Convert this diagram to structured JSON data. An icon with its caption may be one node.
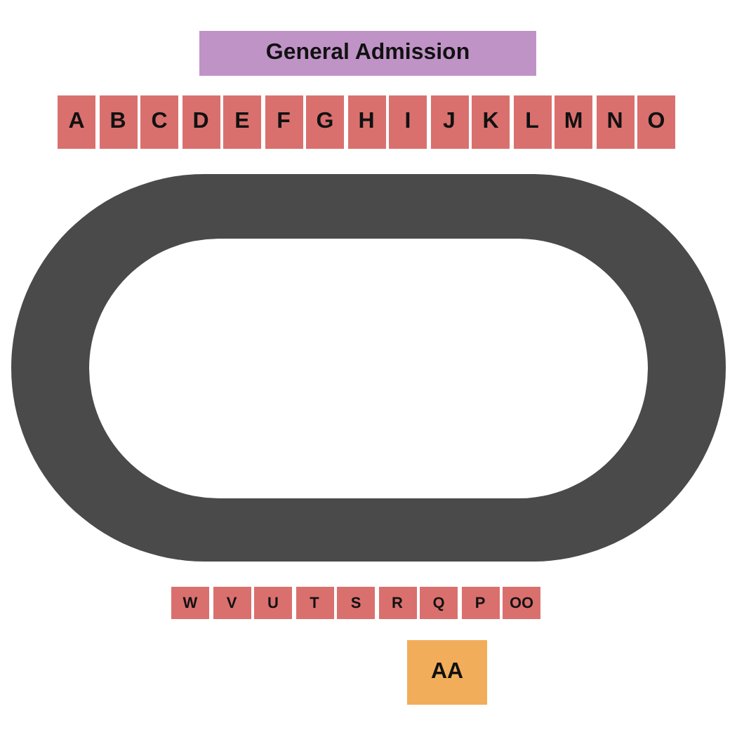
{
  "diagram": {
    "nodes": [
      {
        "text": [
          "General Admission"
        ]
      },
      {
        "text": [
          "A"
        ]
      },
      {
        "text": [
          "B"
        ]
      },
      {
        "text": [
          "C"
        ]
      },
      {
        "text": [
          "D"
        ]
      },
      {
        "text": [
          "E"
        ]
      },
      {
        "text": [
          "F"
        ]
      },
      {
        "text": [
          "G"
        ]
      },
      {
        "text": [
          "H"
        ]
      },
      {
        "text": [
          "I"
        ]
      },
      {
        "text": [
          "J"
        ]
      },
      {
        "text": [
          "K"
        ]
      },
      {
        "text": [
          "L"
        ]
      },
      {
        "text": [
          "M"
        ]
      },
      {
        "text": [
          "N"
        ]
      },
      {
        "text": [
          "O"
        ]
      },
      {
        "text": [
          "W"
        ]
      },
      {
        "text": [
          "V"
        ]
      },
      {
        "text": [
          "U"
        ]
      },
      {
        "text": [
          "T"
        ]
      },
      {
        "text": [
          "S"
        ]
      },
      {
        "text": [
          "R"
        ]
      },
      {
        "text": [
          "Q"
        ]
      },
      {
        "text": [
          "P"
        ]
      },
      {
        "text": [
          "OO"
        ]
      },
      {
        "text": [
          "AA"
        ]
      }
    ]
  }
}
